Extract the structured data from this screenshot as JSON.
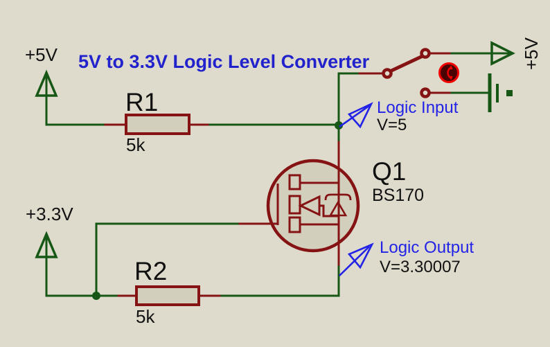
{
  "title": {
    "text": "5V to 3.3V Logic Level Converter"
  },
  "power_flags": {
    "left_5v": "+5V",
    "right_5v": "+5V",
    "rail_3v3": "+3.3V"
  },
  "components": {
    "r1": {
      "ref": "R1",
      "value": "5k"
    },
    "r2": {
      "ref": "R2",
      "value": "5k"
    },
    "q1": {
      "ref": "Q1",
      "value": "BS170"
    }
  },
  "probes": {
    "logic_input": {
      "label": "Logic Input",
      "reading": "V=5"
    },
    "logic_output": {
      "label": "Logic Output",
      "reading": "V=3.30007"
    }
  },
  "colors": {
    "background": "#dedbcc",
    "wire_green": "#165716",
    "component_red": "#851313",
    "component_fill": "#d2cfbc",
    "probe_blue": "#2323e8",
    "title_blue": "#2222cc",
    "toggle_red": "#f20000",
    "text_black": "#111111"
  }
}
